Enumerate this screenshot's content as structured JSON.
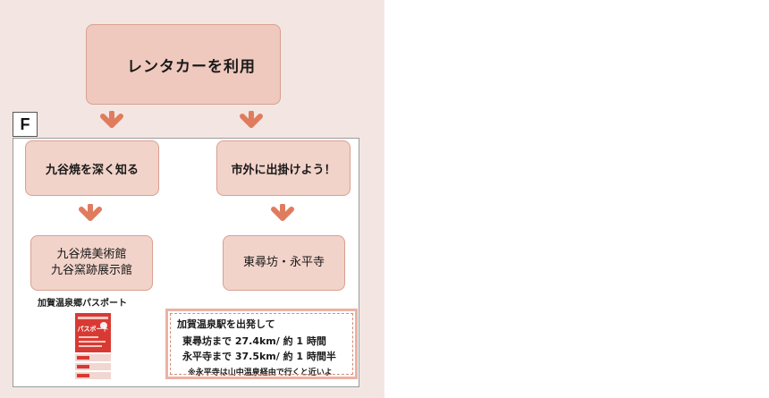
{
  "top_box": {
    "label": "レンタカーを利用"
  },
  "section_label": "F",
  "left_branch": {
    "title": "九谷焼を深く知る",
    "destination_line1": "九谷焼美術館",
    "destination_line2": "九谷窯跡展示館"
  },
  "right_branch": {
    "title": "市外に出掛けよう！",
    "destination": "東尋坊・永平寺"
  },
  "passport": {
    "title": "加賀温泉郷パスポート",
    "badge_text": "パスポート"
  },
  "info": {
    "line1": "加賀温泉駅を出発して",
    "line2": "東尋坊まで 27.4km/ 約 1 時間",
    "line3": "永平寺まで 37.5km/ 約 1 時間半",
    "note": "※永平寺は山中温泉経由で行くと近いよ"
  },
  "colors": {
    "panel_bg": "#f3e6e2",
    "box_fill": "#f2d3c9",
    "arrow": "#e07c5e"
  },
  "icons": [
    "down-arrow-icon",
    "passport-brochure-icon"
  ]
}
